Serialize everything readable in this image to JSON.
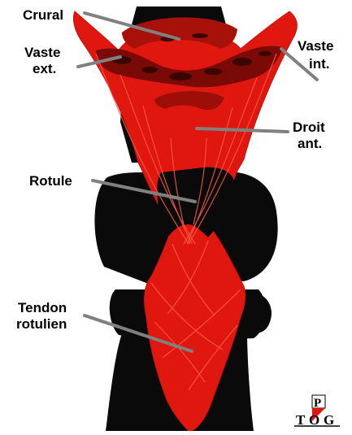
{
  "figure": {
    "colors": {
      "muscle": "#e0170f",
      "muscle_dark": "#b90f09",
      "fiber": "#ff5a4a",
      "bone": "#0a0a0a",
      "leader": "#808080",
      "background": "#ffffff"
    },
    "labels": {
      "crural": "Crural",
      "vaste_ext_1": "Vaste",
      "vaste_ext_2": "ext.",
      "vaste_int_1": "Vaste",
      "vaste_int_2": "int.",
      "droit_1": "Droit",
      "droit_2": "ant.",
      "rotule": "Rotule",
      "tendon_1": "Tendon",
      "tendon_2": "rotulien"
    },
    "logo": {
      "top": "P",
      "bottom_left": "T",
      "bottom_mid": "O",
      "bottom_right": "G"
    }
  }
}
